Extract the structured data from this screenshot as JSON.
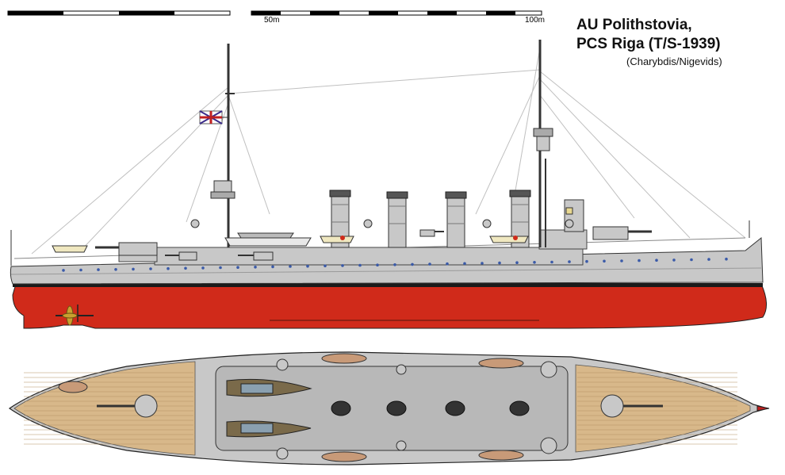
{
  "title": {
    "line1": "AU Polithstovia,",
    "line2": "PCS Riga (T/S-1939)"
  },
  "subtitle": "(Charybdis/Nigevids)",
  "scale": {
    "label_mid": "50m",
    "label_end": "100m"
  },
  "colors": {
    "hull_grey": "#c8c8c8",
    "antifouling_red": "#d02a1a",
    "deck_wood": "#d8b88a",
    "waterline": "#1a1a1a",
    "porthole_blue": "#3a5aa8"
  },
  "flag": {
    "icon": "union-flag-icon"
  }
}
